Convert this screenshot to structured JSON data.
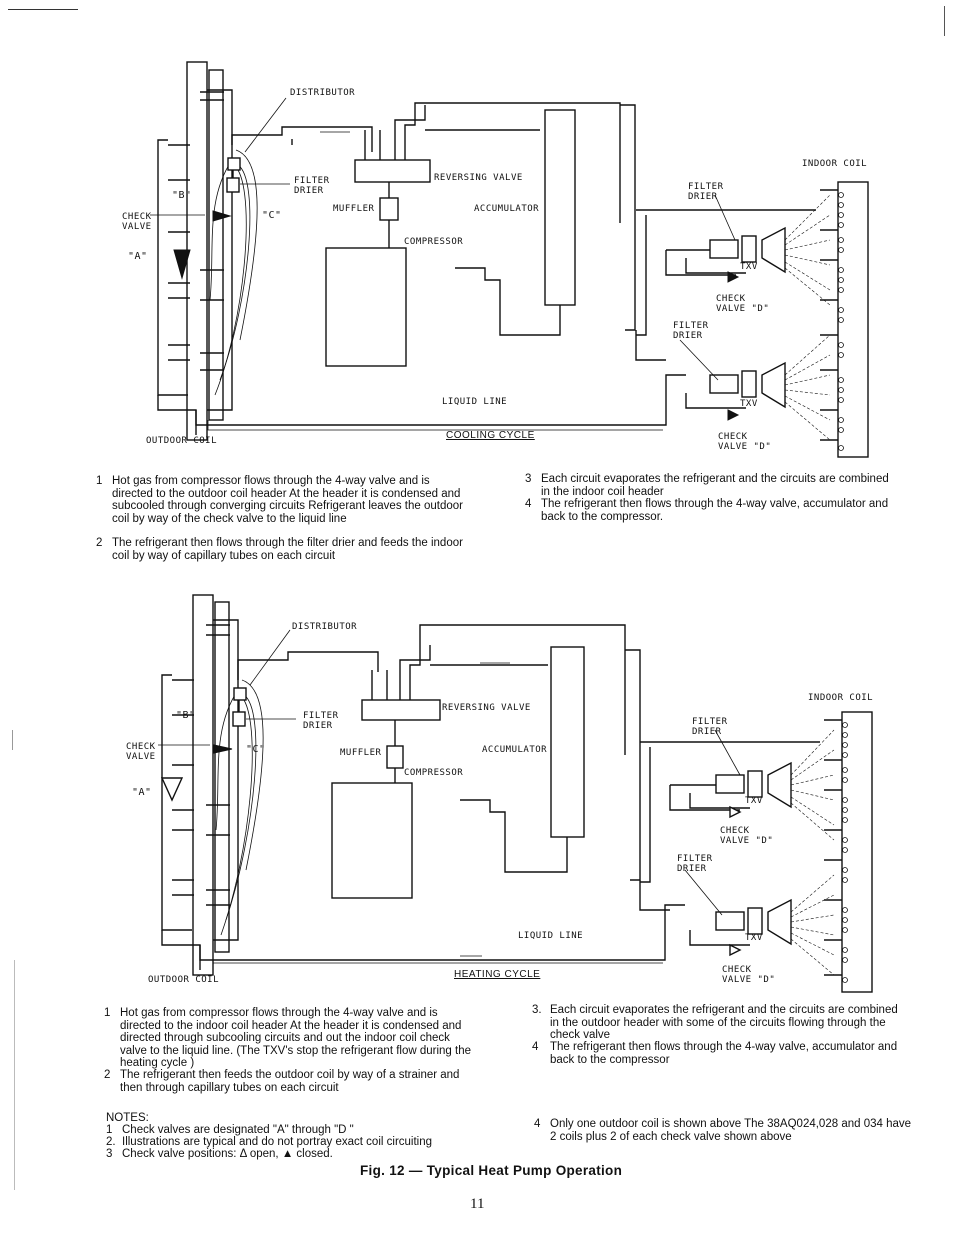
{
  "diagram_labels": {
    "distributor": "DISTRIBUTOR",
    "filter_drier": "FILTER DRIER",
    "reversing_valve": "REVERSING VALVE",
    "muffler": "MUFFLER",
    "accumulator": "ACCUMULATOR",
    "compressor": "COMPRESSOR",
    "indoor_coil": "INDOOR COIL",
    "txv": "TXV",
    "check_valve_d": "CHECK VALVE \"D\"",
    "check_valve": "CHECK VALVE",
    "liquid_line": "LIQUID LINE",
    "outdoor_coil": "OUTDOOR COIL",
    "b": "\"B\"",
    "c": "\"C\"",
    "a": "\"A\""
  },
  "cooling": {
    "caption": "COOLING CYCLE",
    "steps_left": [
      {
        "num": "1",
        "text": "Hot gas from compressor flows through the 4-way valve and is directed to the outdoor coil header At the header it is condensed and subcooled through converging circuits Refrigerant leaves the outdoor coil by way of the check valve to the liquid line"
      },
      {
        "num": "2",
        "text": "The refrigerant then flows through the filter drier and feeds the indoor coil by way of capillary tubes on each circuit"
      }
    ],
    "steps_right": [
      {
        "num": "3",
        "text": "Each circuit evaporates the refrigerant and the circuits are combined in the indoor coil header"
      },
      {
        "num": "4",
        "text": "The refrigerant then flows through the 4-way valve, accumulator and back to the compressor."
      }
    ]
  },
  "heating": {
    "caption": "HEATING CYCLE",
    "steps_left": [
      {
        "num": "1",
        "text": "Hot gas from compressor flows through the 4-way valve and is directed to the indoor coil header At the header it is condensed and directed through subcooling circuits and out the indoor coil check valve to the liquid line. (The TXV's stop the refrigerant flow during the heating cycle )"
      },
      {
        "num": "2",
        "text": "The refrigerant then feeds the outdoor coil by way of a strainer and then through capillary tubes on each circuit"
      }
    ],
    "steps_right": [
      {
        "num": "3.",
        "text": "Each circuit evaporates the refrigerant and the circuits are combined in the outdoor header with some of the circuits flowing through the check valve"
      },
      {
        "num": "4",
        "text": "The refrigerant then flows through the 4-way valve, accumulator and back to the compressor"
      }
    ]
  },
  "notes": {
    "heading": "NOTES:",
    "items": [
      {
        "num": "1",
        "text": "Check valves are designated \"A\" through \"D \""
      },
      {
        "num": "2.",
        "text": "Illustrations are typical and do not portray exact coil circuiting"
      },
      {
        "num": "3",
        "text": "Check valve positions: Δ open, ▲ closed."
      }
    ],
    "right_item": {
      "num": "4",
      "text": "Only one outdoor coil is shown above The 38AQ024,028 and 034 have 2 coils plus 2 of each check valve shown above"
    }
  },
  "figure_title": "Fig. 12 — Typical Heat Pump Operation",
  "page_number": "11"
}
